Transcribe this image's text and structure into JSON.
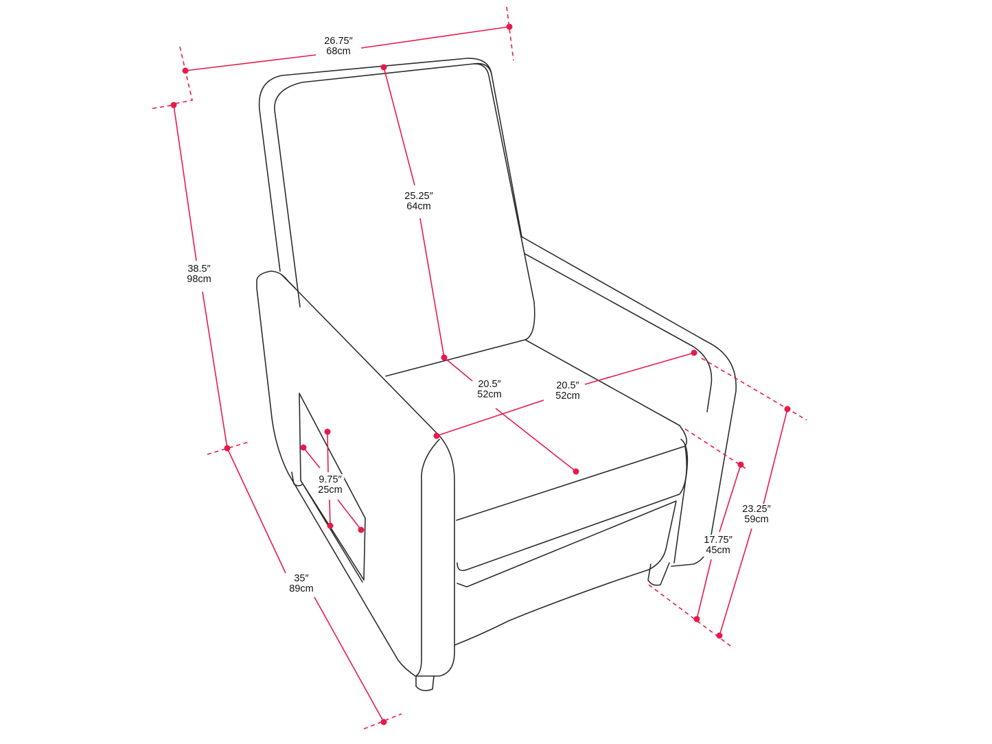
{
  "diagram": {
    "subject": "recliner-chair-dimensions",
    "colors": {
      "outline": "#2b2b2b",
      "dimension": "#e8194a",
      "background": "#ffffff"
    },
    "dimensions": {
      "overall_width": {
        "imperial": "26.75″",
        "metric": "68cm"
      },
      "overall_height": {
        "imperial": "38.5″",
        "metric": "98cm"
      },
      "backrest_height": {
        "imperial": "25.25″",
        "metric": "64cm"
      },
      "seat_depth": {
        "imperial": "20.5″",
        "metric": "52cm"
      },
      "seat_width": {
        "imperial": "20.5″",
        "metric": "52cm"
      },
      "overall_depth": {
        "imperial": "35″",
        "metric": "89cm"
      },
      "pocket": {
        "imperial": "9.75″",
        "metric": "25cm"
      },
      "seat_height": {
        "imperial": "17.75″",
        "metric": "45cm"
      },
      "arm_height": {
        "imperial": "23.25″",
        "metric": "59cm"
      }
    }
  }
}
